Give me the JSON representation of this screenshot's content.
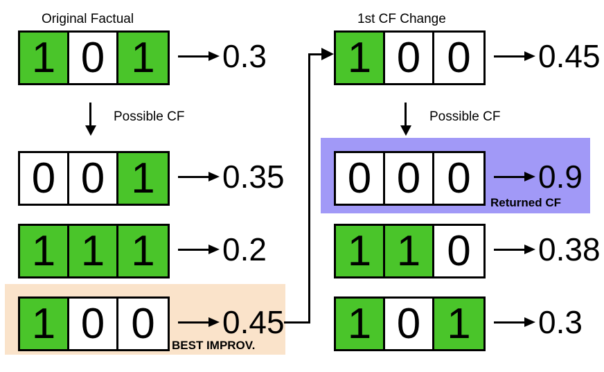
{
  "diagram": {
    "title_hidden": "",
    "colors": {
      "bit_on": "#4ac52a",
      "bit_off": "#ffffff",
      "best_improvement_highlight": "#fae3ca",
      "returned_cf_highlight": "#a199f7",
      "stroke": "#000000"
    },
    "left_column": {
      "caption": "Original Factual",
      "cf_label": "Possible CF",
      "rows": [
        {
          "bits": [
            "1",
            "0",
            "1"
          ],
          "on": [
            true,
            false,
            true
          ],
          "value": "0.3",
          "note": ""
        },
        {
          "bits": [
            "0",
            "0",
            "1"
          ],
          "on": [
            false,
            false,
            true
          ],
          "value": "0.35",
          "note": ""
        },
        {
          "bits": [
            "1",
            "1",
            "1"
          ],
          "on": [
            true,
            true,
            true
          ],
          "value": "0.2",
          "note": ""
        },
        {
          "bits": [
            "1",
            "0",
            "0"
          ],
          "on": [
            true,
            false,
            false
          ],
          "value": "0.45",
          "note": "BEST IMPROV."
        }
      ]
    },
    "right_column": {
      "caption": "1st CF Change",
      "cf_label": "Possible CF",
      "rows": [
        {
          "bits": [
            "1",
            "0",
            "0"
          ],
          "on": [
            true,
            false,
            false
          ],
          "value": "0.45",
          "note": ""
        },
        {
          "bits": [
            "0",
            "0",
            "0"
          ],
          "on": [
            false,
            false,
            false
          ],
          "value": "0.9",
          "note": "Returned CF"
        },
        {
          "bits": [
            "1",
            "1",
            "0"
          ],
          "on": [
            true,
            true,
            false
          ],
          "value": "0.38",
          "note": ""
        },
        {
          "bits": [
            "1",
            "0",
            "1"
          ],
          "on": [
            true,
            false,
            true
          ],
          "value": "0.3",
          "note": ""
        }
      ]
    }
  }
}
